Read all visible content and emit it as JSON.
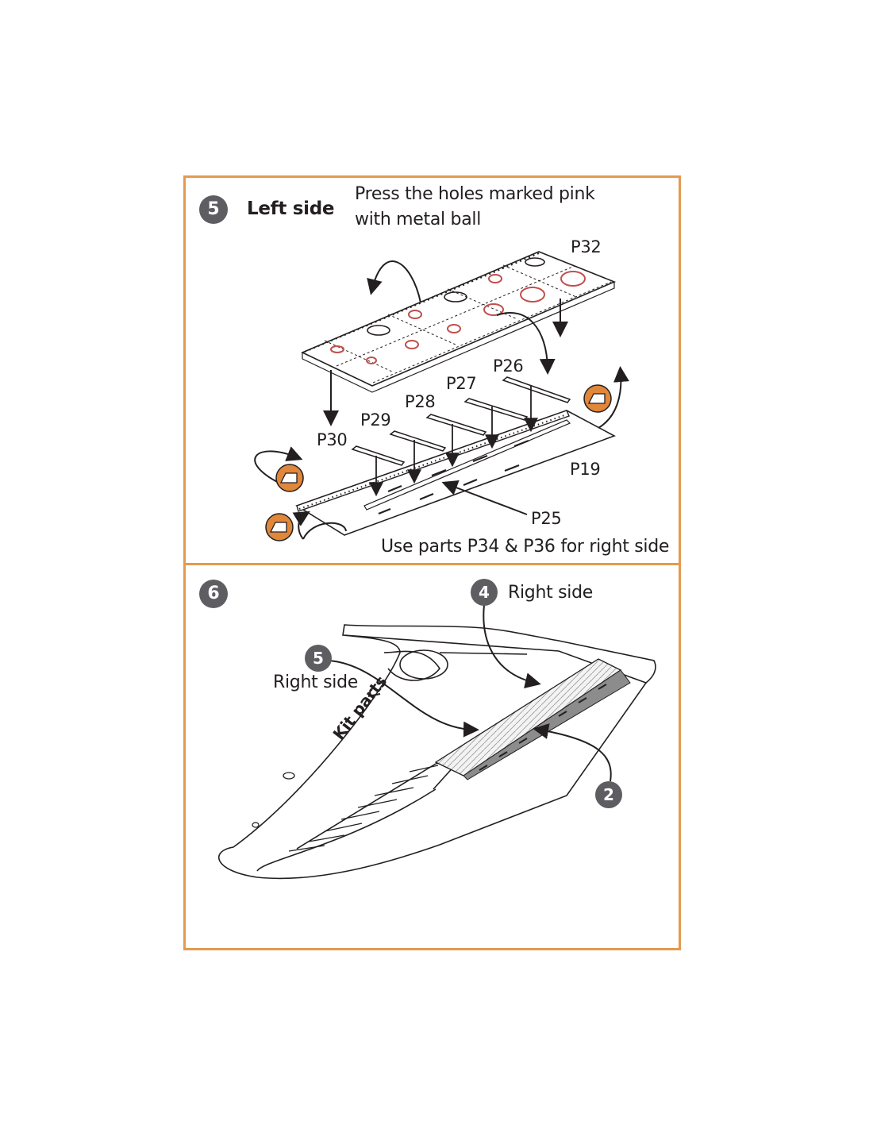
{
  "step5": {
    "number": "5",
    "title": "Left side",
    "note_line1": "Press the holes marked pink",
    "note_line2": "with metal ball",
    "footer": "Use parts P34 & P36 for right side",
    "labels": {
      "p32": "P32",
      "p26": "P26",
      "p27": "P27",
      "p28": "P28",
      "p29": "P29",
      "p30": "P30",
      "p19": "P19",
      "p25": "P25"
    }
  },
  "step6": {
    "number": "6",
    "callout_4": "4",
    "callout_4_label": "Right side",
    "callout_5": "5",
    "callout_5_label": "Right side",
    "callout_2": "2",
    "kit_parts": "Kit parts"
  },
  "colors": {
    "frame": "#e39a4f",
    "step_circle": "#5d5d62",
    "hole_pink": "#c0504d",
    "flip_icon": "#e0873a"
  }
}
